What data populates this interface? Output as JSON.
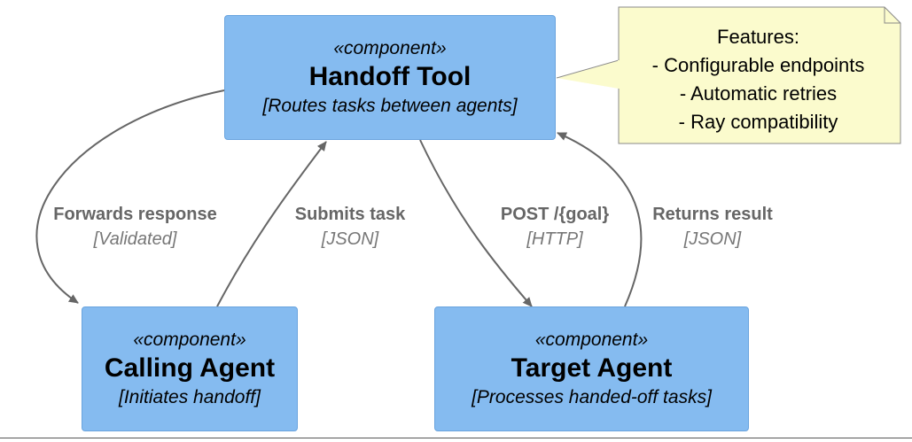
{
  "components": {
    "handoff": {
      "stereotype": "«component»",
      "name": "Handoff Tool",
      "description": "[Routes tasks between agents]"
    },
    "calling": {
      "stereotype": "«component»",
      "name": "Calling Agent",
      "description": "[Initiates handoff]"
    },
    "target": {
      "stereotype": "«component»",
      "name": "Target Agent",
      "description": "[Processes handed-off tasks]"
    }
  },
  "note": {
    "lines": [
      "Features:",
      "- Configurable endpoints",
      "- Automatic retries",
      "- Ray compatibility"
    ]
  },
  "edges": {
    "forwards": {
      "label": "Forwards response",
      "protocol": "[Validated]"
    },
    "submits": {
      "label": "Submits task",
      "protocol": "[JSON]"
    },
    "post": {
      "label": "POST /{goal}",
      "protocol": "[HTTP]"
    },
    "returns": {
      "label": "Returns result",
      "protocol": "[JSON]"
    }
  },
  "colors": {
    "component_fill": "#85bbf0",
    "note_fill": "#fbfbcd",
    "edge": "#666666"
  }
}
